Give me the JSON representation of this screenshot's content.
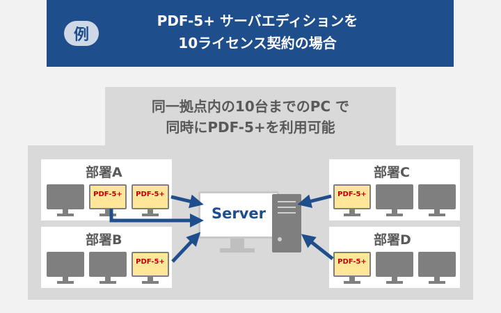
{
  "banner": {
    "badge": "例",
    "title_line1": "PDF-5+ サーバエディションを",
    "title_line2": "10ライセンス契約の場合"
  },
  "scope": {
    "line1": "同一拠点内の10台までのPC で",
    "line2": "同時にPDF-5+を利用可能"
  },
  "server": {
    "label": "Server"
  },
  "pdf_label": "PDF-5+",
  "departments": [
    {
      "id": "A",
      "label": "部署A"
    },
    {
      "id": "B",
      "label": "部署B"
    },
    {
      "id": "C",
      "label": "部署C"
    },
    {
      "id": "D",
      "label": "部署D"
    }
  ],
  "colors": {
    "banner": "#1f4e8c",
    "arrow": "#1f4e8c",
    "pdf_screen": "#ffe699",
    "pdf_text": "#c00000"
  }
}
